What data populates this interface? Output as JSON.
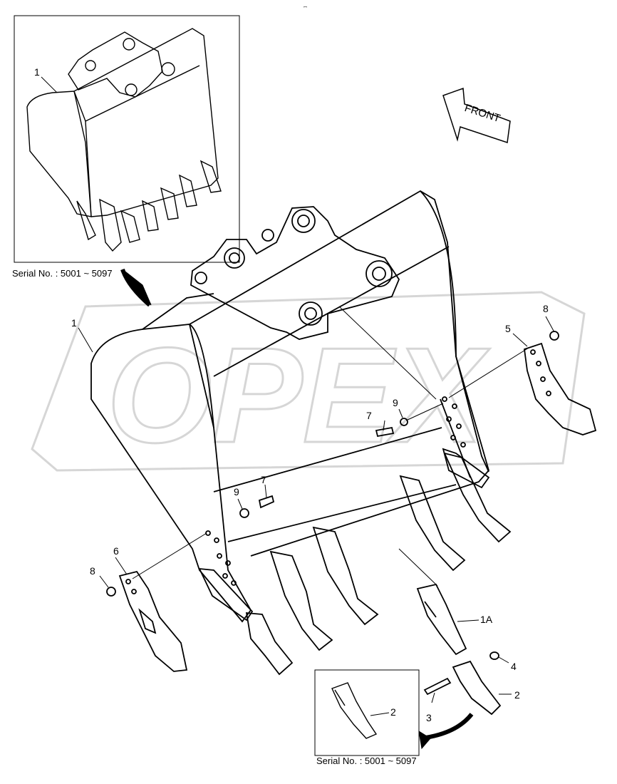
{
  "header": {
    "mark": "ꟷ"
  },
  "inset_top": {
    "serial": "Serial No. : 5001 ~ 5097",
    "callout": "1"
  },
  "inset_bottom": {
    "serial": "Serial No. : 5001 ~ 5097",
    "callout": "2"
  },
  "front_arrow": {
    "label": "FRONT"
  },
  "watermark": {
    "text": "OPEX"
  },
  "callouts": [
    {
      "id": "1"
    },
    {
      "id": "1A"
    },
    {
      "id": "2"
    },
    {
      "id": "3"
    },
    {
      "id": "4"
    },
    {
      "id": "5"
    },
    {
      "id": "6"
    },
    {
      "id": "7"
    },
    {
      "id": "7"
    },
    {
      "id": "8"
    },
    {
      "id": "8"
    },
    {
      "id": "9"
    },
    {
      "id": "9"
    }
  ],
  "colors": {
    "line": "#000000",
    "watermark": "#d8d8d8",
    "background": "#ffffff"
  }
}
